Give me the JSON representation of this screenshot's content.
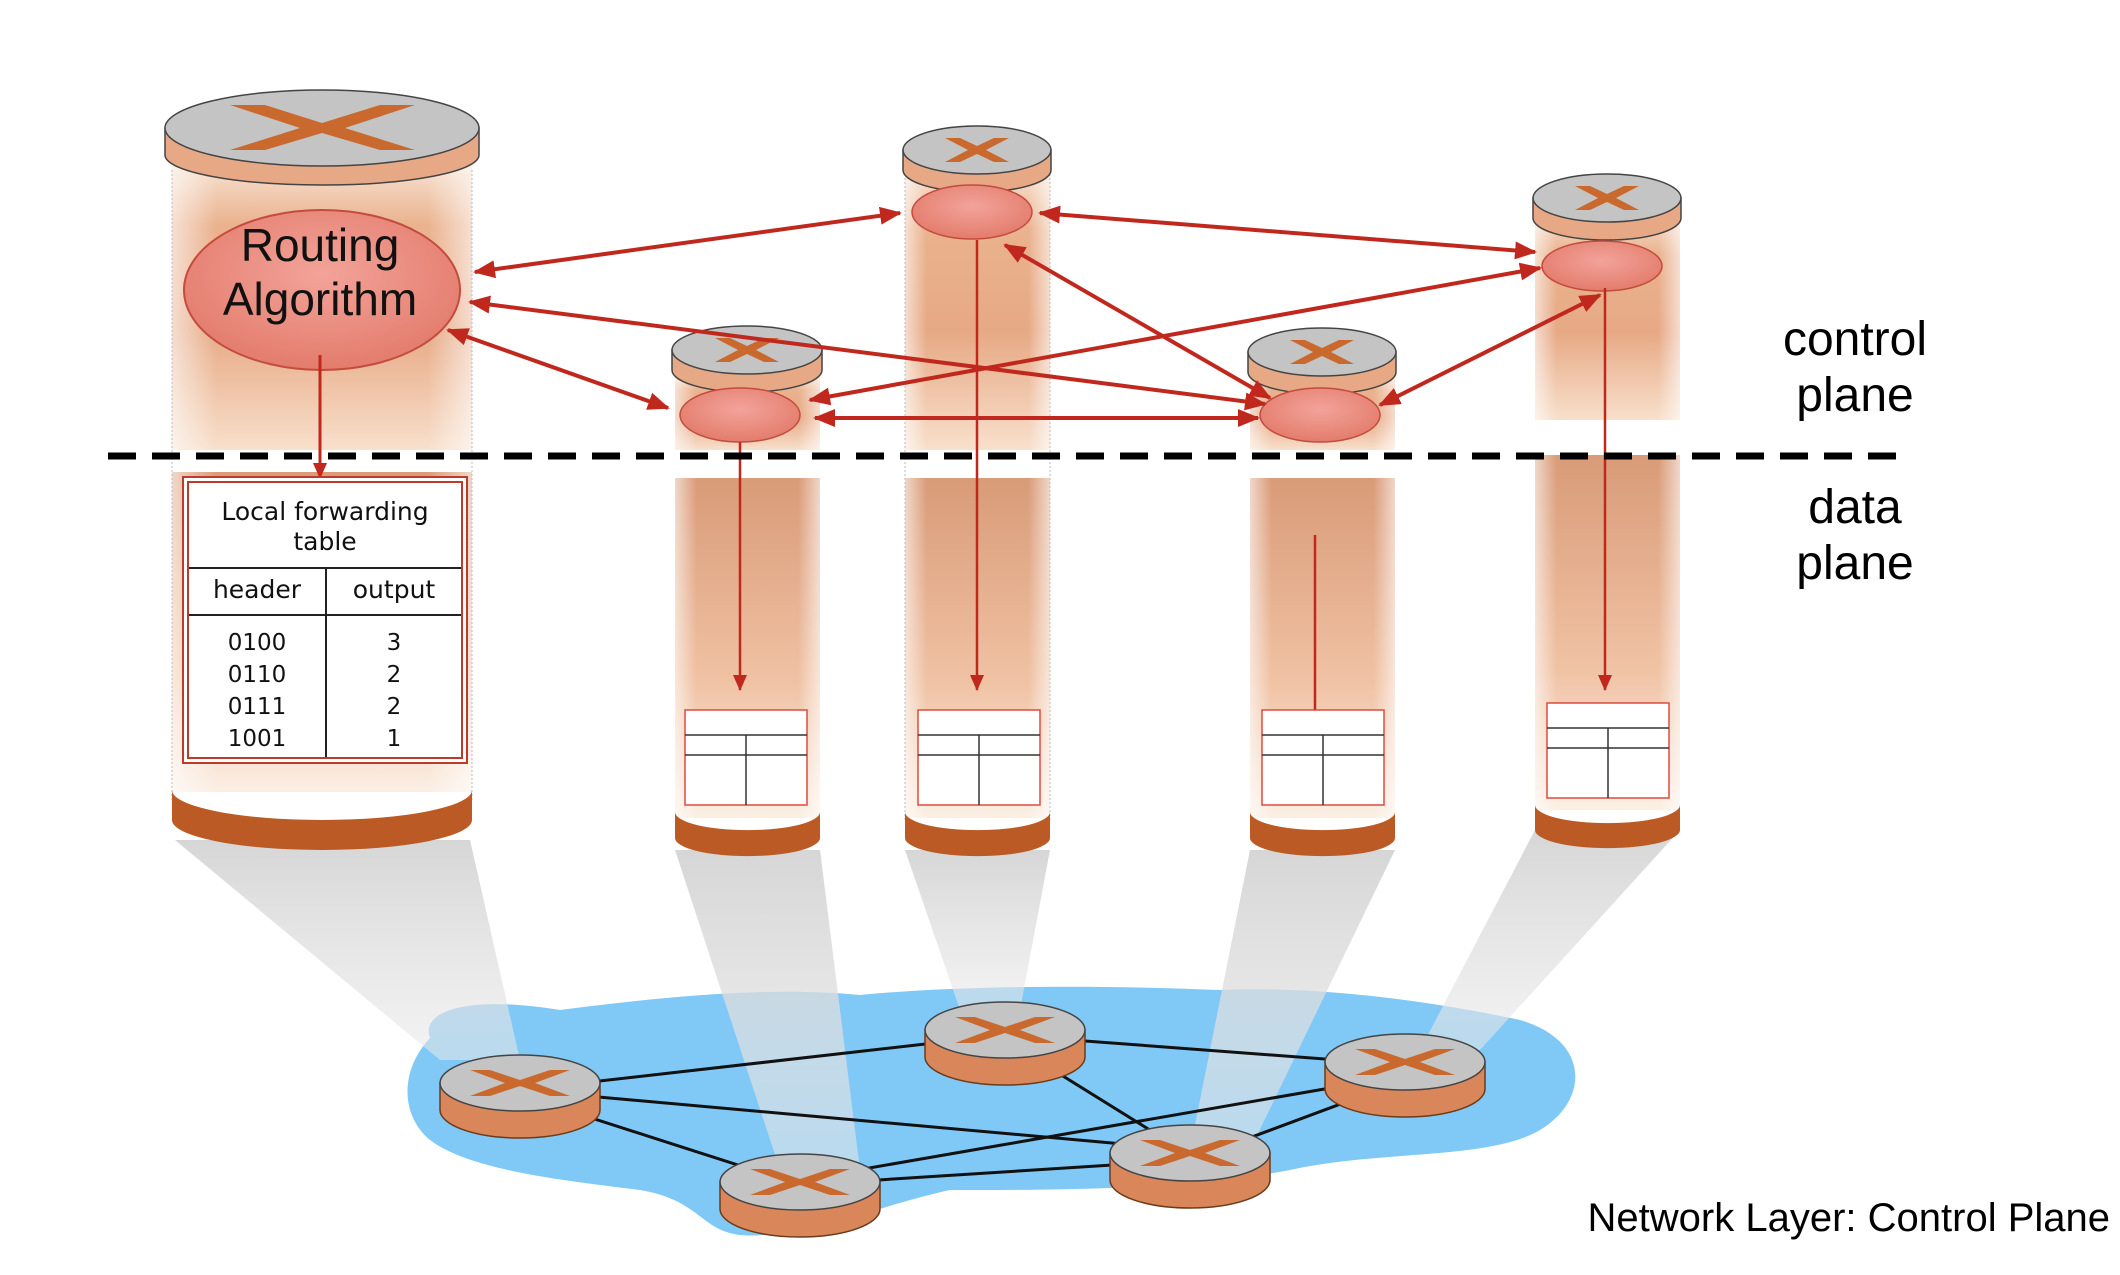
{
  "labels": {
    "control_plane": [
      "control",
      "plane"
    ],
    "data_plane": [
      "data",
      "plane"
    ],
    "routing_algorithm": [
      "Routing",
      "Algorithm"
    ],
    "footer": "Network Layer: Control Plane"
  },
  "forwarding_table": {
    "title": "Local forwarding table",
    "title_lines": [
      "Local forwarding",
      "table"
    ],
    "columns": [
      "header",
      "output"
    ],
    "rows": [
      [
        "0100",
        "3"
      ],
      [
        "0110",
        "2"
      ],
      [
        "0111",
        "2"
      ],
      [
        "1001",
        "1"
      ]
    ]
  },
  "colors": {
    "arrow": "#c0281e",
    "router_top": "#bdbdbd",
    "router_side": "#d9875a",
    "router_x": "#c9692e",
    "cloud": "#80c8f6",
    "cylinder_light": "#f7e2cf",
    "cylinder_mid": "#e2a27a",
    "cylinder_base": "#bb5a24"
  }
}
